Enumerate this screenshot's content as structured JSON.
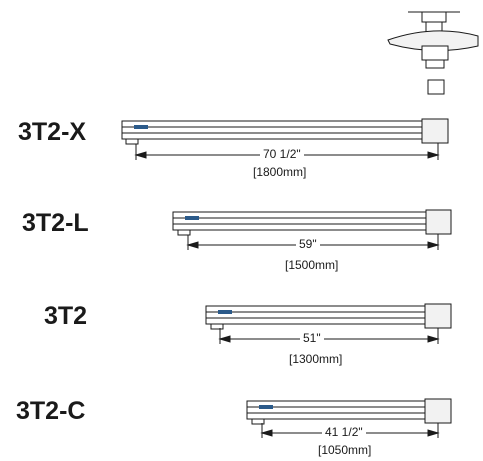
{
  "models": [
    {
      "label": "3T2-X",
      "length_in": "70 1/2\"",
      "length_mm": "[1800mm]"
    },
    {
      "label": "3T2-L",
      "length_in": "59\"",
      "length_mm": "[1500mm]"
    },
    {
      "label": "3T2",
      "length_in": "51\"",
      "length_mm": "[1300mm]"
    },
    {
      "label": "3T2-C",
      "length_in": "41 1/2\"",
      "length_mm": "[1050mm]"
    }
  ],
  "colors": {
    "line": "#1a1a1a",
    "badge": "#2b5a8a",
    "panel": "#f2f2f2"
  }
}
